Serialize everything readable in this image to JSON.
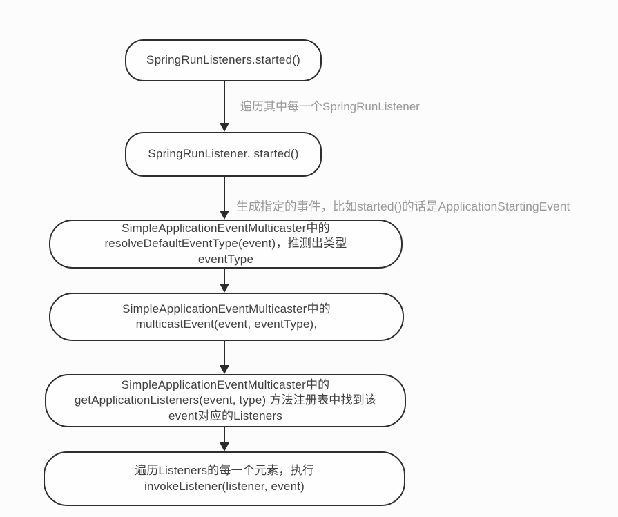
{
  "diagram": {
    "type": "flowchart",
    "direction": "top-down",
    "nodes": [
      {
        "id": "spring-run-listeners-started",
        "text": "SpringRunListeners.started()"
      },
      {
        "id": "spring-run-listener-started",
        "text": "SpringRunListener. started()"
      },
      {
        "id": "resolve-default-event-type",
        "text": "SimpleApplicationEventMulticaster中的\nresolveDefaultEventType(event)，推测出类型\neventType"
      },
      {
        "id": "multicast-event",
        "text": "SimpleApplicationEventMulticaster中的\nmulticastEvent(event, eventType),"
      },
      {
        "id": "get-application-listeners",
        "text": "SimpleApplicationEventMulticaster中的\ngetApplicationListeners(event, type) 方法注册表中找到该\nevent对应的Listeners"
      },
      {
        "id": "invoke-listener",
        "text": "遍历Listeners的每一个元素，执行\ninvokeListener(listener, event)"
      }
    ],
    "edges": [
      {
        "from": "spring-run-listeners-started",
        "to": "spring-run-listener-started",
        "label": "遍历其中每一个SpringRunListener"
      },
      {
        "from": "spring-run-listener-started",
        "to": "resolve-default-event-type",
        "label": "生成指定的事件，比如started()的话是ApplicationStartingEvent"
      },
      {
        "from": "resolve-default-event-type",
        "to": "multicast-event",
        "label": ""
      },
      {
        "from": "multicast-event",
        "to": "get-application-listeners",
        "label": ""
      },
      {
        "from": "get-application-listeners",
        "to": "invoke-listener",
        "label": ""
      }
    ],
    "colors": {
      "node_border": "#2e2e2e",
      "node_fill": "#fefefe",
      "node_text": "#3f3f3f",
      "arrow": "#2a2a2a",
      "edge_label_text": "#9a9a9a",
      "background": "#fcfcfc"
    }
  }
}
